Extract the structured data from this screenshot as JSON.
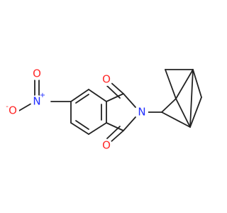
{
  "atoms": {
    "nitro_n": {
      "label": "N",
      "charge": "+",
      "color": "#1f2cff"
    },
    "nitro_o_minus": {
      "label": "O",
      "charge": "-",
      "color": "#ff2a2a"
    },
    "nitro_o_top": {
      "label": "O",
      "color": "#ff2a2a"
    },
    "imide_n": {
      "label": "N",
      "color": "#1f2cff"
    },
    "carbonyl_o_top": {
      "label": "O",
      "color": "#ff2a2a"
    },
    "carbonyl_o_bottom": {
      "label": "O",
      "color": "#ff2a2a"
    }
  },
  "colors": {
    "bond": "#222222",
    "background": "#ffffff"
  }
}
